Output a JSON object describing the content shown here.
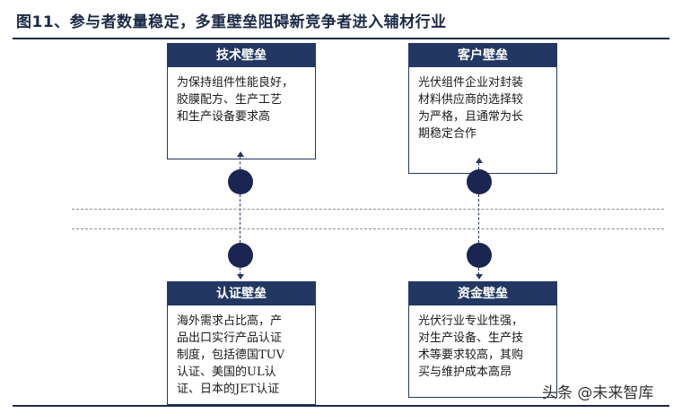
{
  "figure": {
    "title": "图11、参与者数量稳定，多重壁垒阻碍新竞争者进入辅材行业"
  },
  "barriers": {
    "tech": {
      "title": "技术壁垒",
      "text": "为保持组件性能良好，\n胶膜配方、生产工艺\n和生产设备要求高"
    },
    "customer": {
      "title": "客户壁垒",
      "text": "光伏组件企业对封装\n材料供应商的选择较\n为严格，且通常为长\n期稳定合作"
    },
    "certification": {
      "title": "认证壁垒",
      "text": "海外需求占比高，产\n品出口实行产品认证\n制度，包括德国TUV\n认证、美国的UL认\n证、日本的JET认证"
    },
    "capital": {
      "title": "资金壁垒",
      "text": "光伏行业专业性强，\n对生产设备、生产技\n术等要求较高，其购\n买与维护成本高昂"
    }
  },
  "watermark": "头条 @未来智库",
  "colors": {
    "header": "#223863",
    "node": "#1a2550",
    "dashed": "#8a8f99"
  }
}
